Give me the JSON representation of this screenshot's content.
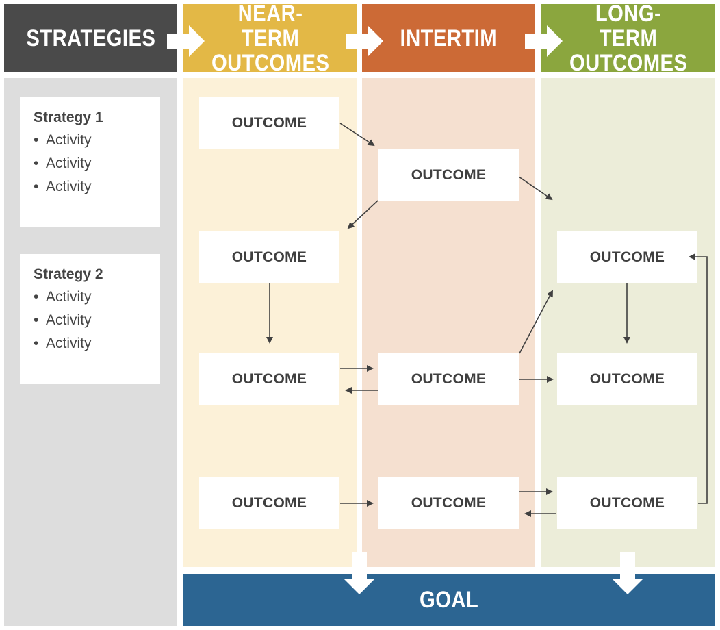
{
  "headers": {
    "strategies": "STRATEGIES",
    "near_term": "NEAR-TERM OUTCOMES",
    "interim": "INTERTIM",
    "long_term": "LONG-TERM OUTCOMES"
  },
  "goal": "GOAL",
  "strategies": [
    {
      "title": "Strategy 1",
      "activities": [
        "Activity",
        "Activity",
        "Activity"
      ]
    },
    {
      "title": "Strategy 2",
      "activities": [
        "Activity",
        "Activity",
        "Activity"
      ]
    }
  ],
  "outcome_label": "OUTCOME",
  "outcomes": {
    "near_1": "OUTCOME",
    "near_2": "OUTCOME",
    "near_3": "OUTCOME",
    "near_4": "OUTCOME",
    "interim_1": "OUTCOME",
    "interim_2": "OUTCOME",
    "interim_3": "OUTCOME",
    "long_1": "OUTCOME",
    "long_2": "OUTCOME",
    "long_3": "OUTCOME"
  },
  "colors": {
    "strategies_header": "#4a4a4a",
    "near_term_header": "#e3b846",
    "interim_header": "#cc6a36",
    "long_term_header": "#8ba63e",
    "strategies_column": "#dddddd",
    "near_term_column": "#fcf1d8",
    "interim_column": "#f5e0d0",
    "long_term_column": "#ecedd9",
    "goal_bar": "#2c6592",
    "arrow": "#404040"
  }
}
